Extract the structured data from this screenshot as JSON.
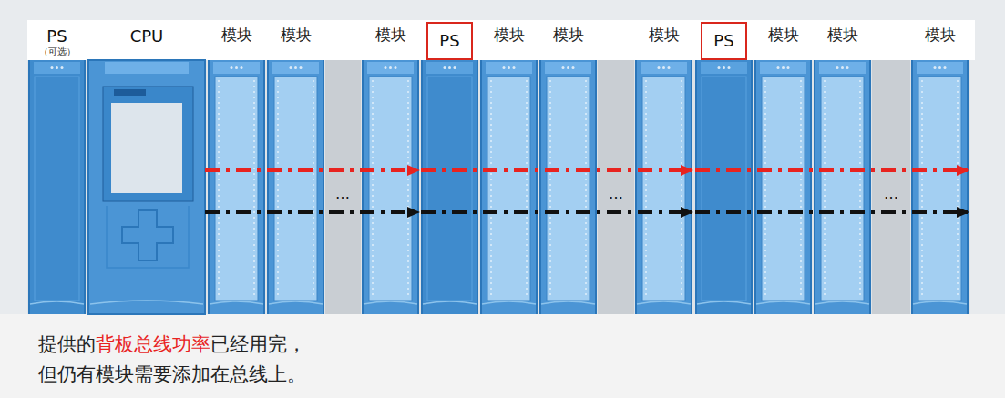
{
  "diagram": {
    "nodes": [
      {
        "text": [
          "PS",
          "（可选）"
        ]
      },
      {
        "text": [
          "CPU"
        ]
      },
      {
        "text": [
          "模块"
        ]
      },
      {
        "text": [
          "模块"
        ]
      },
      {
        "text": [
          "模块"
        ]
      },
      {
        "text": [
          "PS"
        ]
      },
      {
        "text": [
          "模块"
        ]
      },
      {
        "text": [
          "模块"
        ]
      },
      {
        "text": [
          "模块"
        ]
      },
      {
        "text": [
          "PS"
        ]
      },
      {
        "text": [
          "模块"
        ]
      },
      {
        "text": [
          "模块"
        ]
      },
      {
        "text": [
          "模块"
        ]
      }
    ],
    "edges": [
      {
        "from": 1,
        "to": 4,
        "arrow": "to"
      },
      {
        "from": 1,
        "to": 4,
        "arrow": "to"
      },
      {
        "from": 5,
        "to": 8,
        "arrow": "to"
      },
      {
        "from": 5,
        "to": 8,
        "arrow": "to"
      },
      {
        "from": 9,
        "to": 12,
        "arrow": "to"
      },
      {
        "from": 9,
        "to": 12,
        "arrow": "to"
      }
    ],
    "labels": [
      "…",
      "…",
      "…",
      "提供的",
      "背板总线功率",
      "已经用完，",
      "但仍有模块需要添加在总线上。"
    ]
  }
}
